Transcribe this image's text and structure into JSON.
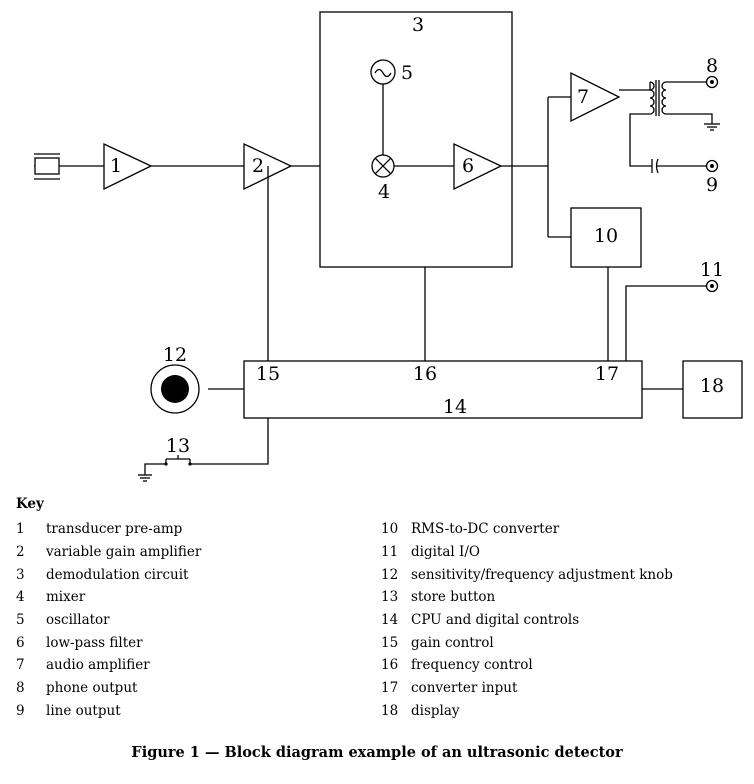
{
  "diagram": {
    "labels": {
      "n1": "1",
      "n2": "2",
      "n3": "3",
      "n4": "4",
      "n5": "5",
      "n6": "6",
      "n7": "7",
      "n8": "8",
      "n9": "9",
      "n10": "10",
      "n11": "11",
      "n12": "12",
      "n13": "13",
      "n14": "14",
      "n15": "15",
      "n16": "16",
      "n17": "17",
      "n18": "18"
    }
  },
  "key": {
    "title": "Key",
    "left": [
      {
        "num": "1",
        "text": "transducer pre-amp"
      },
      {
        "num": "2",
        "text": "variable gain amplifier"
      },
      {
        "num": "3",
        "text": "demodulation circuit"
      },
      {
        "num": "4",
        "text": "mixer"
      },
      {
        "num": "5",
        "text": "oscillator"
      },
      {
        "num": "6",
        "text": "low-pass filter"
      },
      {
        "num": "7",
        "text": "audio amplifier"
      },
      {
        "num": "8",
        "text": "phone output"
      },
      {
        "num": "9",
        "text": "line output"
      }
    ],
    "right": [
      {
        "num": "10",
        "text": "RMS-to-DC converter"
      },
      {
        "num": "11",
        "text": "digital I/O"
      },
      {
        "num": "12",
        "text": "sensitivity/frequency adjustment knob"
      },
      {
        "num": "13",
        "text": "store button"
      },
      {
        "num": "14",
        "text": "CPU and digital controls"
      },
      {
        "num": "15",
        "text": "gain control"
      },
      {
        "num": "16",
        "text": "frequency control"
      },
      {
        "num": "17",
        "text": "converter input"
      },
      {
        "num": "18",
        "text": "display"
      }
    ]
  },
  "caption": "Figure 1 — Block diagram example of an ultrasonic detector"
}
